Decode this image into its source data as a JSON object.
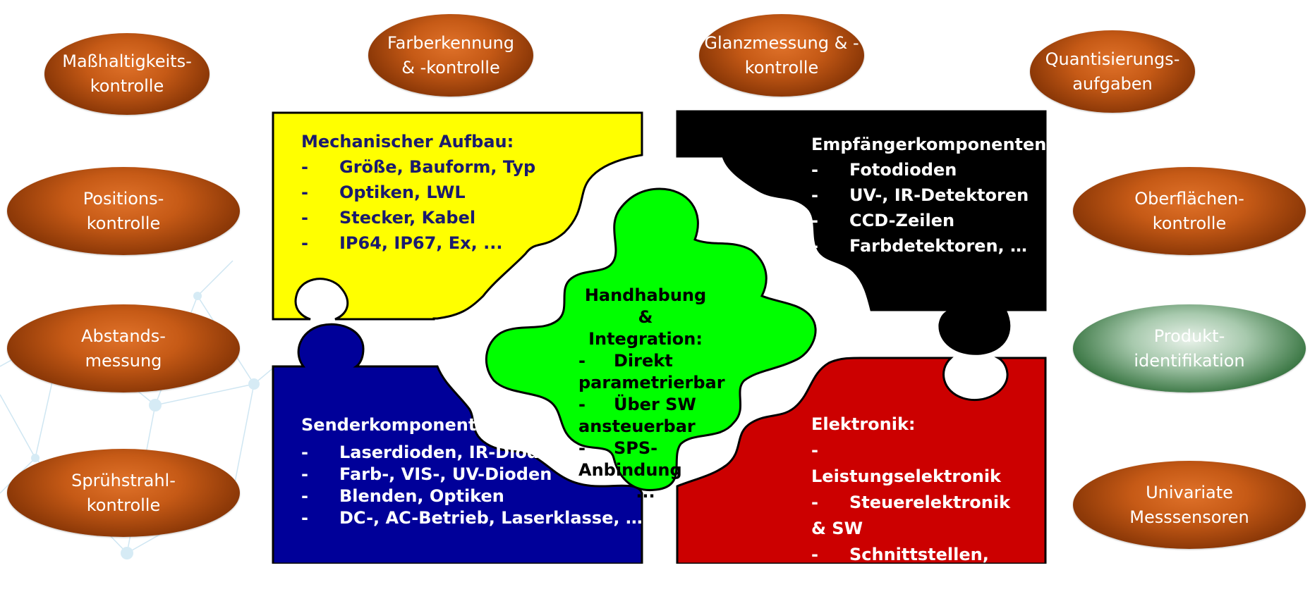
{
  "ellipses": {
    "masshaltigkeit": "Maßhaltigkeits-\nkontrolle",
    "farberkennung": "Farberkennung\n& -kontrolle",
    "glanzmessung": "Glanzmessung & -\nkontrolle",
    "quantisierung": "Quantisierungs-\naufgaben",
    "position": "Positions-\nkontrolle",
    "oberflaeche": "Oberflächen-\nkontrolle",
    "abstand": "Abstands-\nmessung",
    "produkt": "Produkt-\nidentifikation",
    "spruehstrahl": "Sprühstrahl-\nkontrolle",
    "univariate": "Univariate\nMesssensoren"
  },
  "mechanisch": {
    "title": "Mechanischer Aufbau:",
    "items": [
      "Größe, Bauform, Typ",
      "Optiken, LWL",
      "Stecker, Kabel",
      "IP64, IP67, Ex, ..."
    ]
  },
  "empfaenger": {
    "title": "Empfängerkomponenten:",
    "items": [
      "Fotodioden",
      "UV-, IR-Detektoren",
      "CCD-Zeilen",
      "Farbdetektoren, …"
    ]
  },
  "sender": {
    "title": "Senderkomponenten:",
    "items": [
      "Laserdioden, IR-Dioden",
      "Farb-, VIS-, UV-Dioden",
      "Blenden, Optiken",
      "DC-, AC-Betrieb, Laserklasse,  …"
    ]
  },
  "elektronik": {
    "title": "Elektronik:",
    "items": [
      "Leistungselektronik",
      "Steuerelektronik & SW",
      "Schnittstellen, I/O, D/A"
    ]
  },
  "handhabung": {
    "title": "Handhabung & Integration:",
    "items": [
      "Direkt parametrierbar",
      "Über SW ansteuerbar",
      "SPS-Anbindung"
    ],
    "more": "..."
  },
  "dash": "-",
  "colors": {
    "yellow": "#ffff00",
    "black": "#000000",
    "blue": "#000099",
    "red": "#cc0000",
    "green": "#00ff00",
    "orange": "#c65a16",
    "navy_text": "#1a1a6e"
  }
}
